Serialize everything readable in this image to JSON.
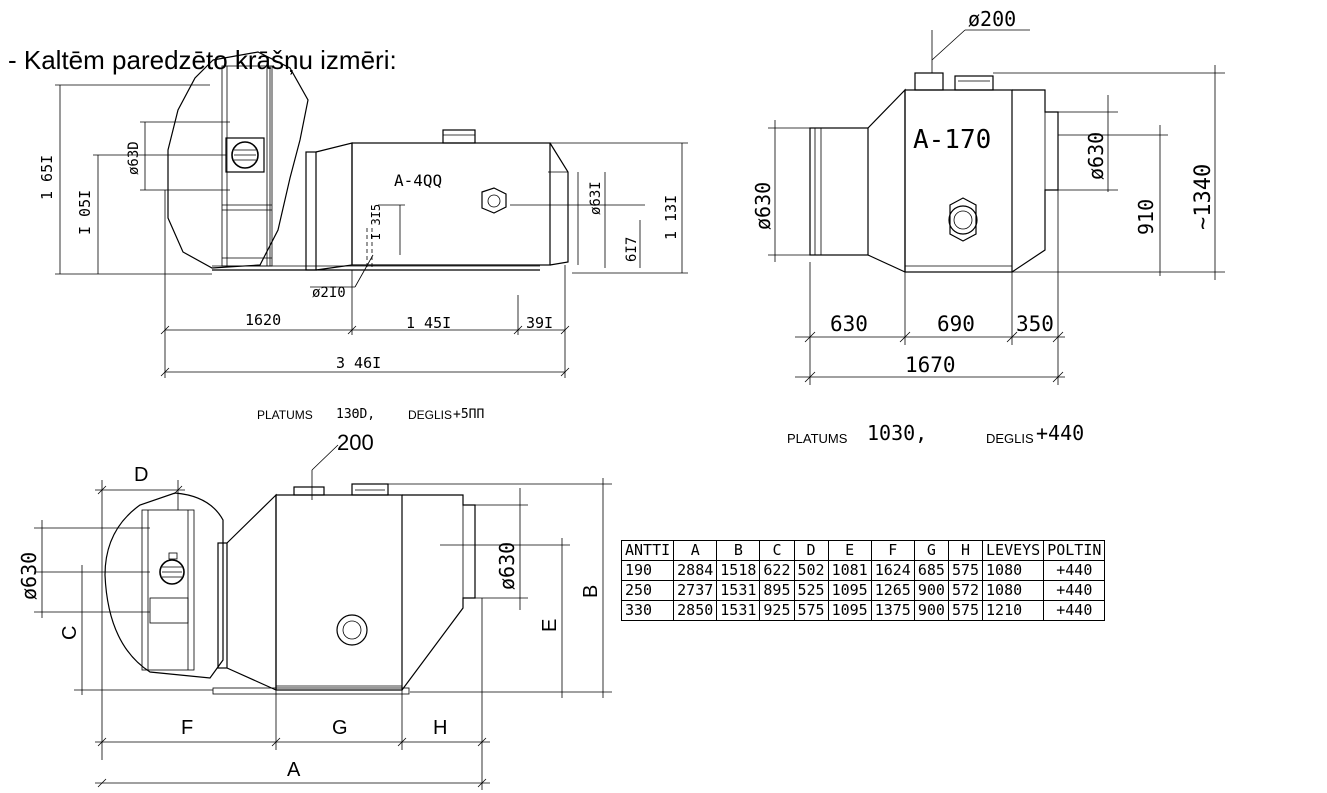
{
  "heading": "- Kaltēm paredzēto krāšņu izmēri:",
  "drawing1": {
    "model_label": "A-4QQ",
    "dim_overall_height": "1 65I",
    "dim_height_1050": "I 05I",
    "dim_fan_diameter": "ø63D",
    "dim_pipe_diameter": "ø63I",
    "dim_315": "I 3I5",
    "dim_607": "6I7",
    "dim_1138": "1 13I",
    "dim_flue": "ø2I0",
    "dim_1620": "1620",
    "dim_1450": "1 45I",
    "dim_390": "39I",
    "dim_3460": "3 46I",
    "caption_width_label": "PLATUMS",
    "caption_width_value": "13ΘD,",
    "caption_burner_label": "DEGLIS",
    "caption_burner_value": "+5ΠΠ"
  },
  "drawing2": {
    "flue_diameter": "ø200",
    "model_label": "A-170",
    "dim_outlet_diameter": "ø630",
    "dim_inlet_diameter": "ø630",
    "dim_910": "910",
    "dim_1340": "~1340",
    "dim_630": "630",
    "dim_690": "690",
    "dim_350": "350",
    "dim_1670": "1670",
    "caption_width_label": "PLATUMS",
    "caption_width_value": "1030,",
    "caption_burner_label": "DEGLIS",
    "caption_burner_value": "+440"
  },
  "drawing3": {
    "flue_label": "200",
    "dim_fan_diameter": "ø630",
    "dim_outlet_diameter": "ø630",
    "label_A": "A",
    "label_B": "B",
    "label_C": "C",
    "label_D": "D",
    "label_E": "E",
    "label_F": "F",
    "label_G": "G",
    "label_H": "H"
  },
  "table": {
    "headers": [
      "ANTTI",
      "A",
      "B",
      "C",
      "D",
      "E",
      "F",
      "G",
      "H",
      "LEVEYS",
      "POLTIN"
    ],
    "rows": [
      [
        "190",
        "2884",
        "1518",
        "622",
        "502",
        "1081",
        "1624",
        "685",
        "575",
        "1080",
        "+440"
      ],
      [
        "250",
        "2737",
        "1531",
        "895",
        "525",
        "1095",
        "1265",
        "900",
        "572",
        "1080",
        "+440"
      ],
      [
        "330",
        "2850",
        "1531",
        "925",
        "575",
        "1095",
        "1375",
        "900",
        "575",
        "1210",
        "+440"
      ]
    ]
  }
}
